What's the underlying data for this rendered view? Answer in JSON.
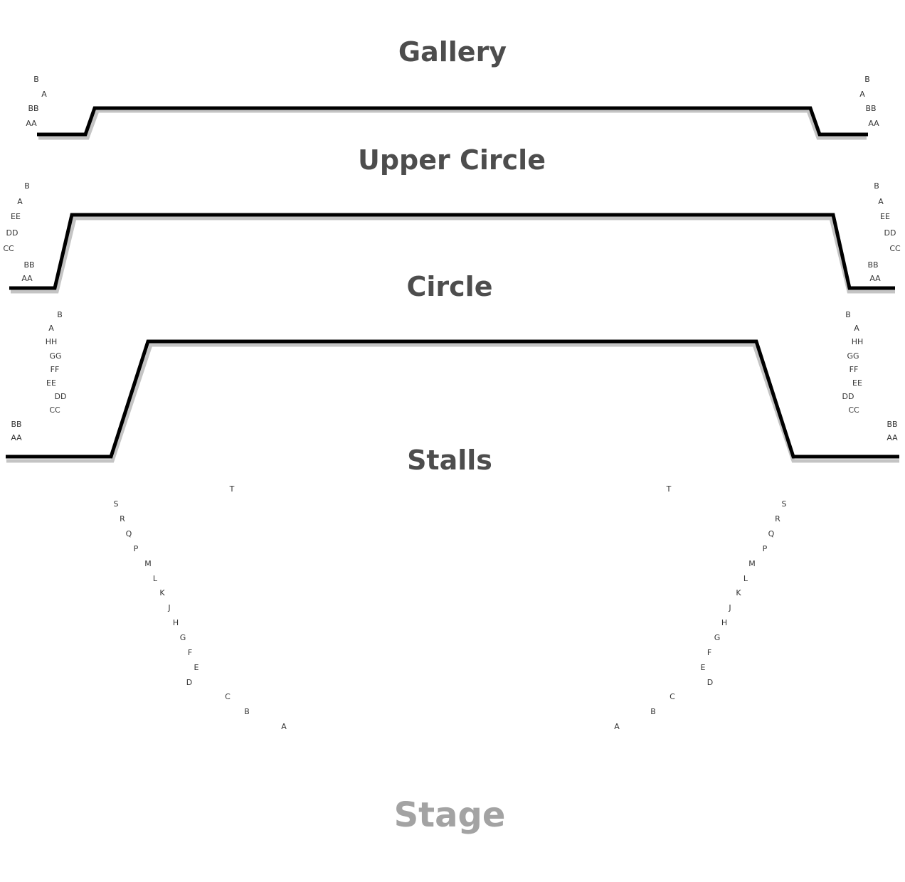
{
  "sections": {
    "gallery": "Gallery",
    "upper_circle": "Upper Circle",
    "circle": "Circle",
    "stalls": "Stalls",
    "stage": "Stage"
  },
  "rows": {
    "gallery_left": [
      "B",
      "A",
      "BB",
      "AA"
    ],
    "gallery_right": [
      "B",
      "A",
      "BB",
      "AA"
    ],
    "upper_circle_left": [
      "B",
      "A",
      "EE",
      "DD",
      "CC",
      "BB",
      "AA"
    ],
    "upper_circle_right": [
      "B",
      "A",
      "EE",
      "DD",
      "CC",
      "BB",
      "AA"
    ],
    "circle_left": [
      "B",
      "A",
      "HH",
      "GG",
      "FF",
      "EE",
      "DD",
      "CC",
      "BB",
      "AA"
    ],
    "circle_right": [
      "B",
      "A",
      "HH",
      "GG",
      "FF",
      "EE",
      "DD",
      "CC",
      "BB",
      "AA"
    ],
    "stalls_left": [
      "T",
      "S",
      "R",
      "Q",
      "P",
      "M",
      "L",
      "K",
      "J",
      "H",
      "G",
      "F",
      "E",
      "D",
      "C",
      "B",
      "A"
    ],
    "stalls_right": [
      "T",
      "S",
      "R",
      "Q",
      "P",
      "M",
      "L",
      "K",
      "J",
      "H",
      "G",
      "F",
      "E",
      "D",
      "C",
      "B",
      "A"
    ]
  }
}
